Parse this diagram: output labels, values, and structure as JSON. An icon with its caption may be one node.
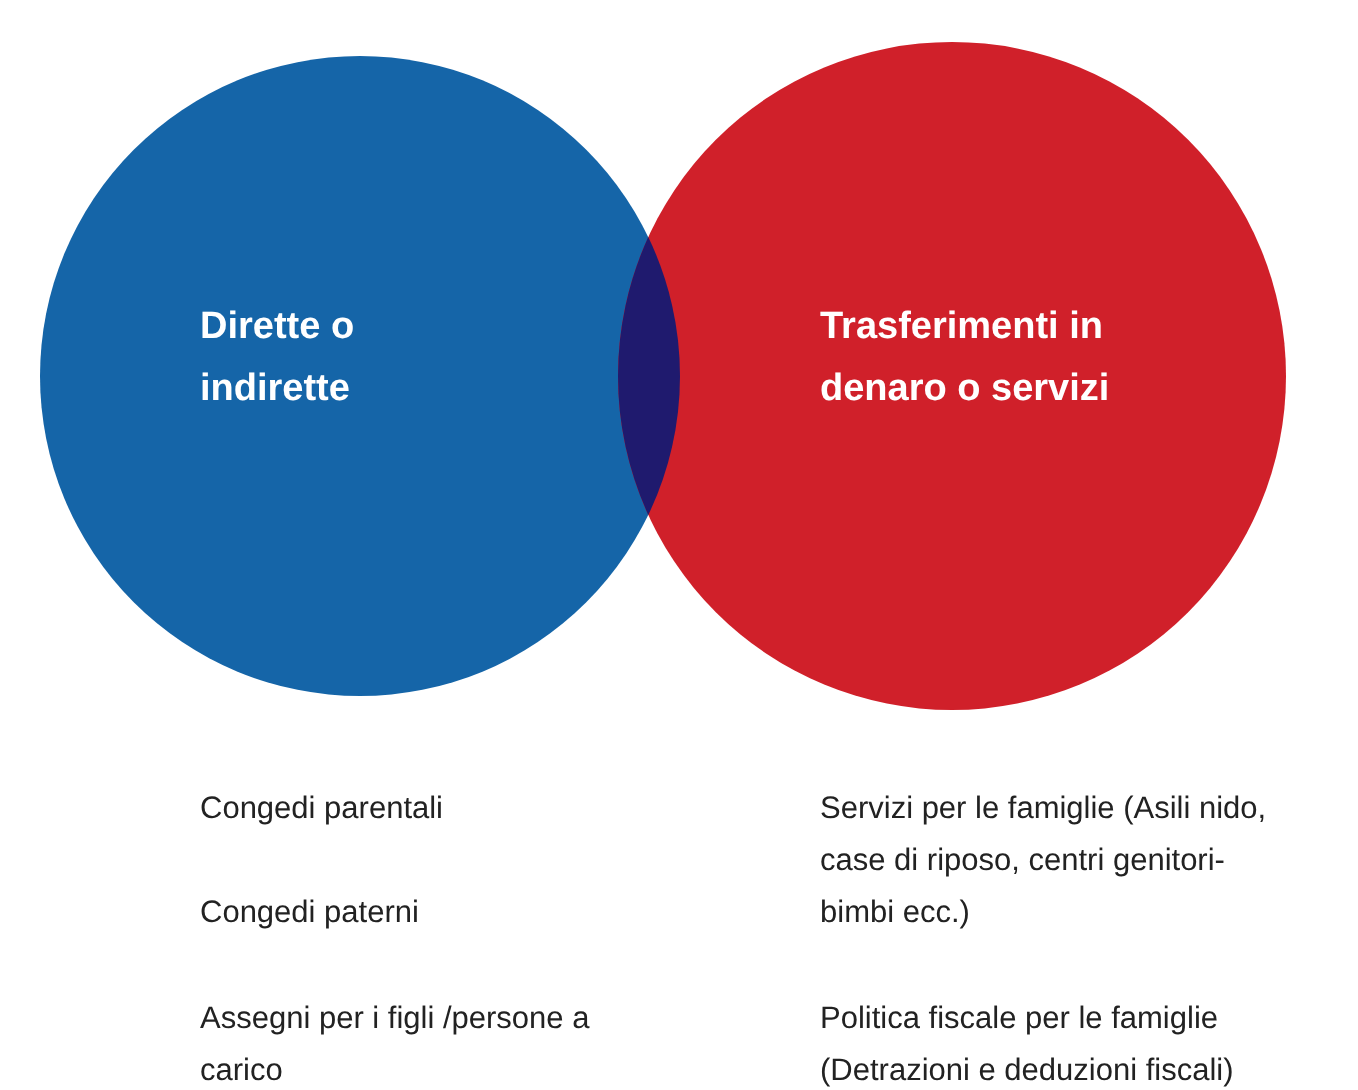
{
  "diagram": {
    "nodes": [
      {
        "text": [
          "Dirette o indirette"
        ]
      },
      {
        "text": [
          "Trasferimenti in denaro o servizi"
        ]
      }
    ],
    "labels": [
      "Congedi parentali",
      "Servizi per le famiglie (Asili nido, case di riposo, centri genitori-bimbi ecc.)",
      "Congedi paterni",
      "Assegni per i figli /persone a carico",
      "Politica fiscale per le famiglie (Detrazioni e deduzioni fiscali)"
    ]
  }
}
